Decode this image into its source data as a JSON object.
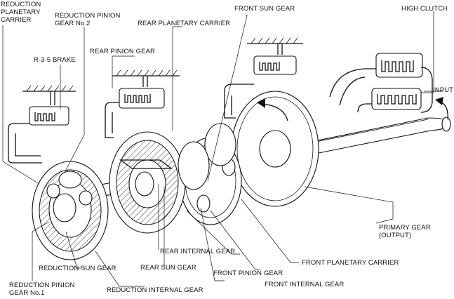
{
  "labels": {
    "reduction_planetary_carrier": [
      "REDUCTION",
      "PLANETARY",
      "CARRIER"
    ],
    "reduction_pinion_gear_no2": [
      "REDUCTION PINION",
      "GEAR No.2"
    ],
    "r35_brake": "R-3-5 BRAKE",
    "rear_pinion_gear": "REAR PINION GEAR",
    "rear_planetary_carrier": "REAR PLANETARY CARRIER",
    "front_sun_gear": "FRONT SUN GEAR",
    "high_clutch": "HIGH CLUTCH",
    "input": "INPUT",
    "primary_gear": [
      "PRIMARY GEAR",
      "(OUTPUT)"
    ],
    "front_planetary_carrier": "FRONT PLANETARY CARRIER",
    "rear_internal_gear": "REAR INTERNAL GEAR",
    "front_pinion_gear": "FRONT PINION GEAR",
    "rear_sun_gear": "REAR SUN GEAR",
    "front_internal_gear": "FRONT INTERNAL GEAR",
    "reduction_sun_gear": "REDUCTION SUN GEAR",
    "reduction_internal_gear": "REDUCTION INTERNAL GEAR",
    "reduction_pinion_gear_no1": [
      "REDUCTION PINION",
      "GEAR No.1"
    ]
  }
}
